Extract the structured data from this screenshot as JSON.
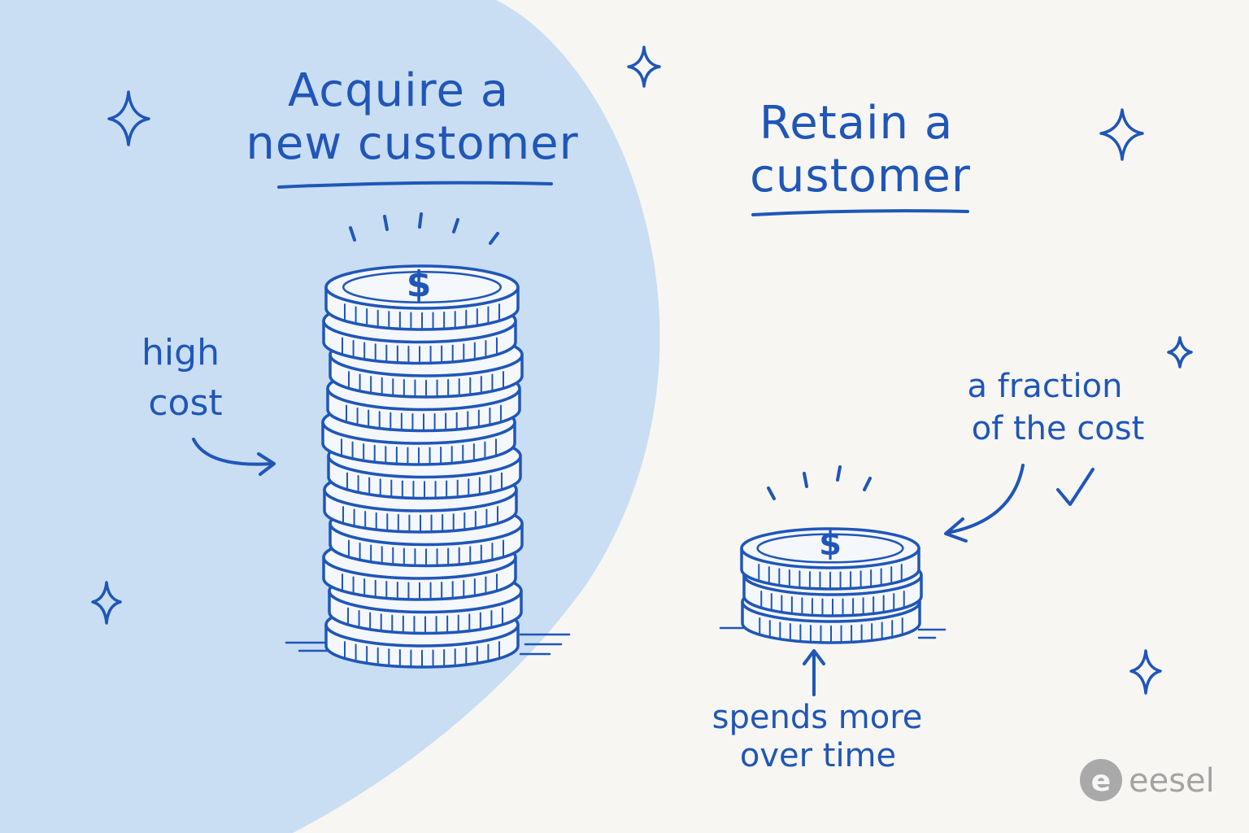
{
  "colors": {
    "ink": "#1f56b8",
    "panel": "#c9ddf3",
    "background": "#f7f6f2",
    "coin_face": "#f4f7fc",
    "logo_gray": "#a3a3a3"
  },
  "left": {
    "title_line1": "Acquire a",
    "title_line2": "new customer",
    "note_line1": "high",
    "note_line2": "cost",
    "currency_symbol": "$",
    "coin_count": 11,
    "icon": "coin-stack-icon"
  },
  "right": {
    "title_line1": "Retain a",
    "title_line2": "customer",
    "note_top_line1": "a fraction",
    "note_top_line2": "of the cost",
    "note_bottom_line1": "spends more",
    "note_bottom_line2": "over time",
    "currency_symbol": "$",
    "coin_count": 3,
    "icon": "coin-stack-icon",
    "check_icon": "checkmark-icon"
  },
  "logo": {
    "glyph": "e",
    "text": "eesel"
  }
}
